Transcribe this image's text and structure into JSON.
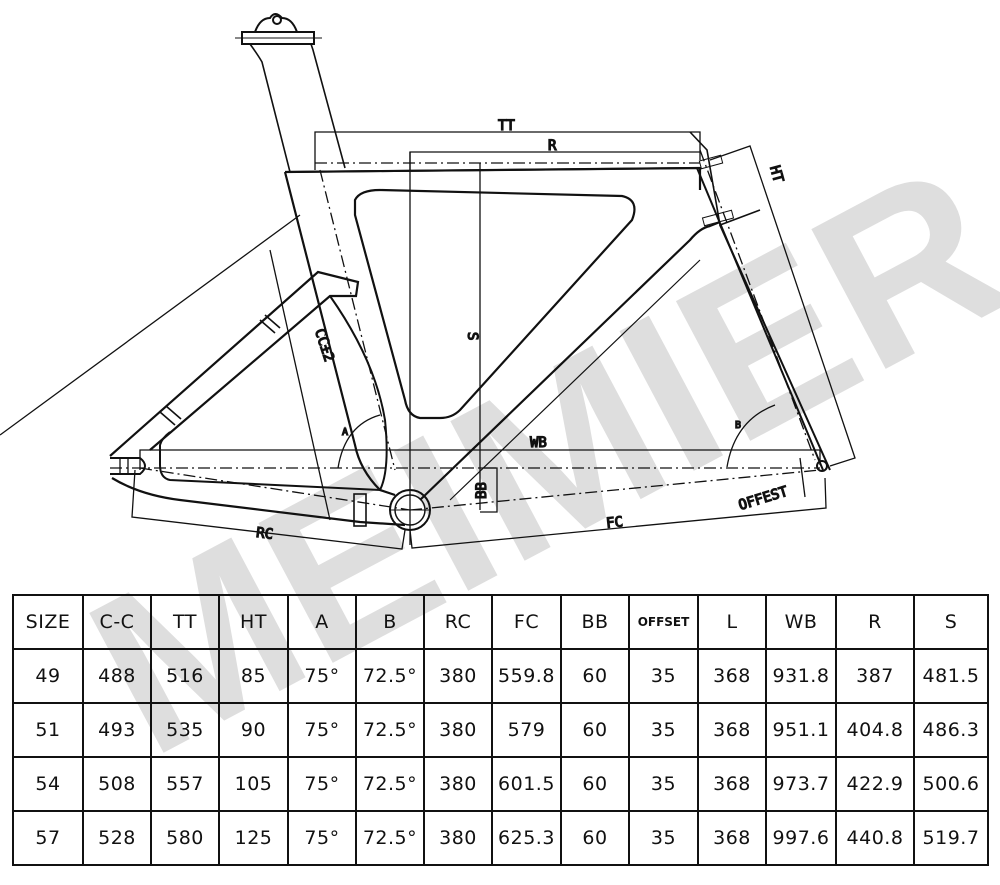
{
  "drawing": {
    "title": "Bicycle frame geometry drawing",
    "labels": {
      "tt": "TT",
      "r": "R",
      "ht": "HT",
      "s": "S",
      "cc": "CC±2",
      "a": "A",
      "b": "B",
      "wb": "WB",
      "bb": "BB",
      "rc": "RC",
      "fc": "FC",
      "offset": "OFFEST"
    },
    "watermark": "MEIMIER"
  },
  "table": {
    "headers": [
      "SIZE",
      "C-C",
      "TT",
      "HT",
      "A",
      "B",
      "RC",
      "FC",
      "BB",
      "OFFSET",
      "L",
      "WB",
      "R",
      "S"
    ],
    "rows": [
      [
        "49",
        "488",
        "516",
        "85",
        "75°",
        "72.5°",
        "380",
        "559.8",
        "60",
        "35",
        "368",
        "931.8",
        "387",
        "481.5"
      ],
      [
        "51",
        "493",
        "535",
        "90",
        "75°",
        "72.5°",
        "380",
        "579",
        "60",
        "35",
        "368",
        "951.1",
        "404.8",
        "486.3"
      ],
      [
        "54",
        "508",
        "557",
        "105",
        "75°",
        "72.5°",
        "380",
        "601.5",
        "60",
        "35",
        "368",
        "973.7",
        "422.9",
        "500.6"
      ],
      [
        "57",
        "528",
        "580",
        "125",
        "75°",
        "72.5°",
        "380",
        "625.3",
        "60",
        "35",
        "368",
        "997.6",
        "440.8",
        "519.7"
      ]
    ]
  }
}
